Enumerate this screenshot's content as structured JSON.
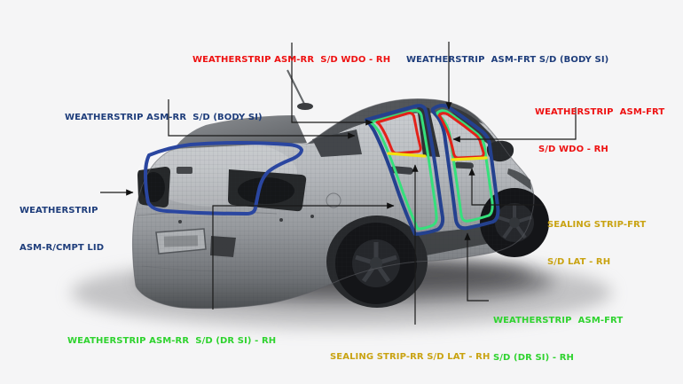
{
  "page": {
    "background": "#f5f5f6"
  },
  "colors": {
    "label_red": "#ee1111",
    "label_navy": "#1e3d7b",
    "label_green": "#2fd32f",
    "label_gold": "#c9a312",
    "strip_blue": "#2a46a0",
    "strip_green": "#35e07c",
    "strip_red": "#e32119",
    "strip_yellow": "#f2e211",
    "leader_line": "#1a1a1a",
    "car_body_gray": "#a8abaf"
  },
  "labels": {
    "rr_sd_wdo": {
      "line1": "WEATHERSTRIP ASM-RR  S/D WDO - RH",
      "color": "red"
    },
    "frt_sd_body": {
      "line1": "WEATHERSTRIP  ASM-FRT S/D (BODY SI)",
      "color": "navy"
    },
    "rr_sd_body": {
      "line1": "WEATHERSTRIP ASM-RR  S/D (BODY SI)",
      "color": "navy"
    },
    "frt_sd_wdo": {
      "line1": "WEATHERSTRIP  ASM-FRT",
      "line2": "S/D WDO - RH",
      "color": "red"
    },
    "r_cmpt_lid": {
      "line1": "WEATHERSTRIP",
      "line2": "ASM-R/CMPT LID",
      "color": "navy"
    },
    "sealing_frt": {
      "line1": "SEALING STRIP-FRT",
      "line2": "S/D LAT - RH",
      "color": "gold"
    },
    "frt_sd_dr": {
      "line1": "WEATHERSTRIP  ASM-FRT",
      "line2": "S/D (DR SI) - RH",
      "color": "green"
    },
    "sealing_rr": {
      "line1": "SEALING STRIP-RR S/D LAT - RH",
      "color": "gold"
    },
    "rr_sd_dr": {
      "line1": "WEATHERSTRIP ASM-RR  S/D (DR SI) - RH",
      "color": "green"
    }
  }
}
